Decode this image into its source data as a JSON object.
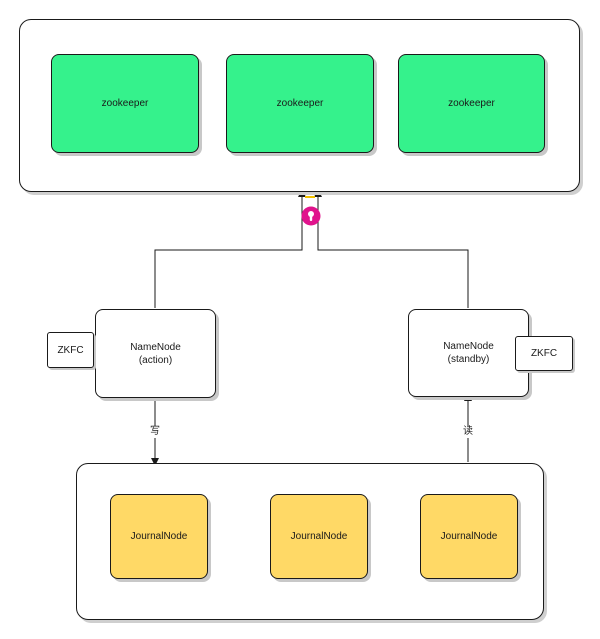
{
  "colors": {
    "zookeeper_fill": "#35f28c",
    "journalnode_fill": "#ffd966",
    "lock_badge": "#e0148c"
  },
  "zookeeper_nodes": [
    {
      "label": "zookeeper"
    },
    {
      "label": "zookeeper"
    },
    {
      "label": "zookeeper"
    }
  ],
  "journal_nodes": [
    {
      "label": "JournalNode"
    },
    {
      "label": "JournalNode"
    },
    {
      "label": "JournalNode"
    }
  ],
  "namenode_active": {
    "name": "NameNode",
    "state": "(action)",
    "zkfc": "ZKFC",
    "edge_label": "写"
  },
  "namenode_standby": {
    "name": "NameNode",
    "state": "(standby)",
    "zkfc": "ZKFC",
    "edge_label": "读"
  },
  "lock": {
    "icon": "lock-icon"
  }
}
